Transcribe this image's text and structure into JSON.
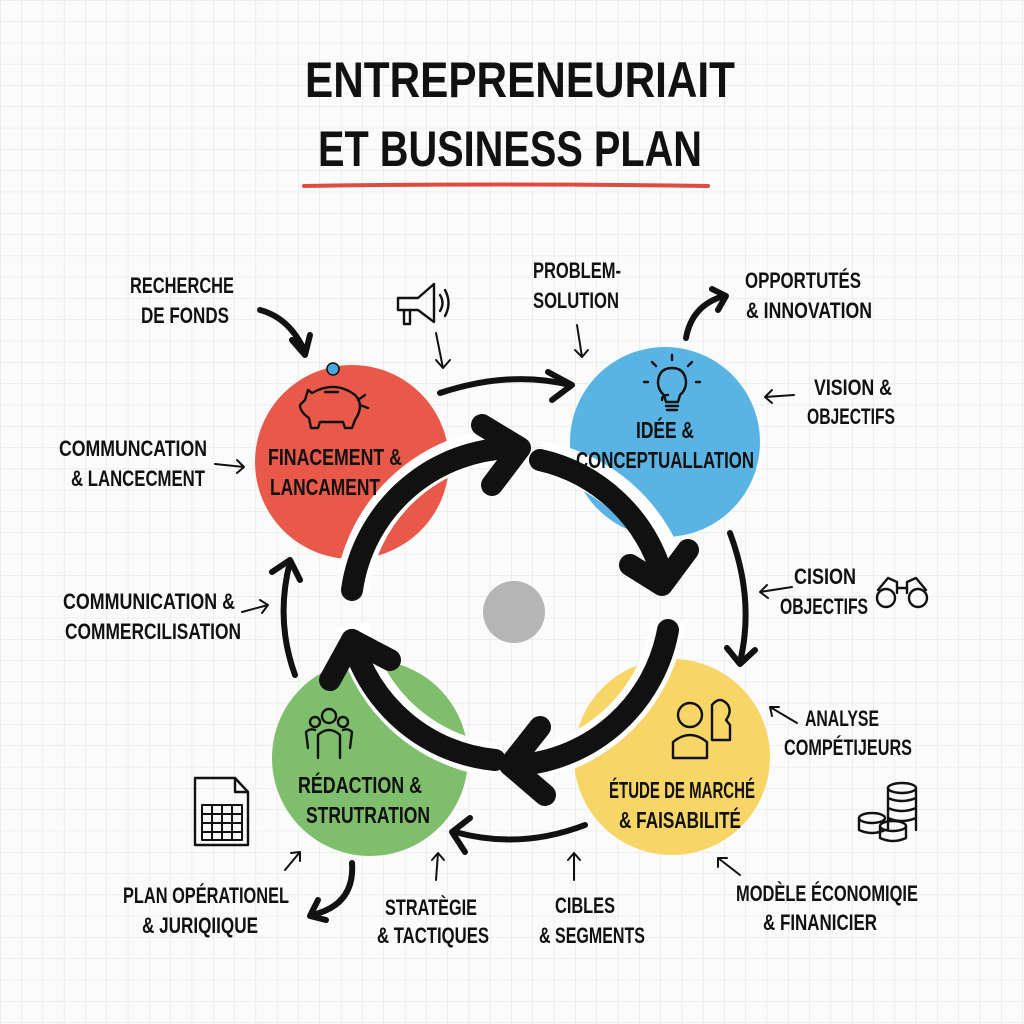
{
  "title": {
    "line1": "ENTREPRENEURIAIT",
    "line2": "ET BUSINESS PLAN"
  },
  "colors": {
    "accent_underline": "#e04a3f",
    "financement": "#e8594a",
    "idee": "#5ab4e3",
    "etude": "#f7d566",
    "redaction": "#7fbe6c",
    "center_dot": "#b5b5b5"
  },
  "stages": [
    {
      "line1": "FINACEMENT &",
      "line2": "LANCAMENT",
      "icon": "piggy-bank-icon"
    },
    {
      "line1": "IDÉE &",
      "line2": "CONCEPTUALLATION",
      "icon": "lightbulb-icon"
    },
    {
      "line1": "ÉTUDE DE MARCHÉ",
      "line2": "& FAISABILITÉ",
      "icon": "people-profile-icon"
    },
    {
      "line1": "RÉDACTION &",
      "line2": "STRUTRATION",
      "icon": "team-icon"
    }
  ],
  "annotations": {
    "recherche": {
      "line1": "RECHERCHE",
      "line2": "DE FONDS"
    },
    "communcation": {
      "line1": "COMMUNCATION",
      "line2": "& LANCECMENT"
    },
    "commercialisation": {
      "line1": "COMMUNICATION &",
      "line2": "COMMERCILISATION"
    },
    "problem": {
      "line1": "PROBLEM-",
      "line2": "SOLUTION"
    },
    "opportunites": {
      "line1": "OPPORTUTÉS",
      "line2": "& INNOVATION"
    },
    "vision": {
      "line1": "VISION &",
      "line2": "OBJECTIFS"
    },
    "cision": {
      "line1": "CISION",
      "line2": "OBJECTIFS"
    },
    "analyse": {
      "line1": "ANALYSE",
      "line2": "COMPÉTIJEURS"
    },
    "modele": {
      "line1": "MODÈLE ÉCONOMIQIE",
      "line2": "& FINANICIER"
    },
    "cibles": {
      "line1": "CIBLES",
      "line2": "& SEGMENTS"
    },
    "strategie": {
      "line1": "STRATÈGIE",
      "line2": "& TACTIQUES"
    },
    "plan": {
      "line1": "PLAN OPÉRATIONEL",
      "line2": "& JURIQIIQUE"
    }
  },
  "icons": [
    "megaphone-icon",
    "binoculars-icon",
    "coins-icon",
    "spreadsheet-icon"
  ]
}
